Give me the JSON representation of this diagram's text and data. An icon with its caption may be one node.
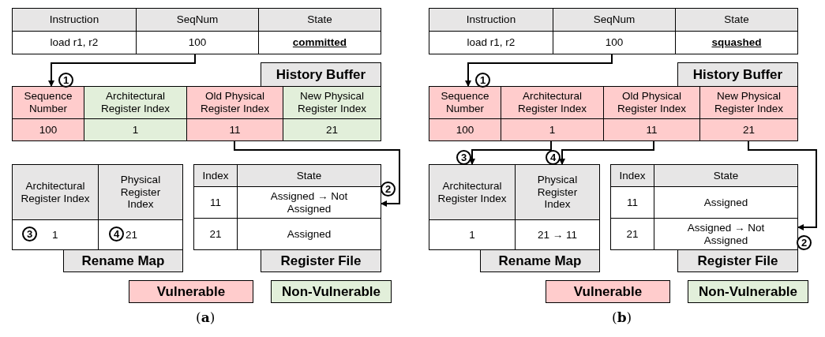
{
  "diagram": {
    "nodes": [
      {
        "text": [
          "Instruction"
        ]
      },
      {
        "text": [
          "SeqNum"
        ]
      },
      {
        "text": [
          "State"
        ]
      },
      {
        "text": [
          "load r1, r2"
        ]
      },
      {
        "text": [
          "100"
        ]
      },
      {
        "text": [
          "committed"
        ]
      },
      {
        "text": [
          "History Buffer"
        ]
      },
      {
        "text": [
          "Sequence Number"
        ]
      },
      {
        "text": [
          "Architectural Register Index"
        ]
      },
      {
        "text": [
          "Old Physical Register Index"
        ]
      },
      {
        "text": [
          "New Physical Register Index"
        ]
      },
      {
        "text": [
          "100"
        ]
      },
      {
        "text": [
          "1"
        ]
      },
      {
        "text": [
          "11"
        ]
      },
      {
        "text": [
          "21"
        ]
      },
      {
        "text": [
          "Architectural Register Index"
        ]
      },
      {
        "text": [
          "Physical Register Index"
        ]
      },
      {
        "text": [
          "1"
        ]
      },
      {
        "text": [
          "21"
        ]
      },
      {
        "text": [
          "Index"
        ]
      },
      {
        "text": [
          "State"
        ]
      },
      {
        "text": [
          "11"
        ]
      },
      {
        "text": [
          "Assigned → Not Assigned"
        ]
      },
      {
        "text": [
          "21"
        ]
      },
      {
        "text": [
          "Assigned"
        ]
      },
      {
        "text": [
          "Rename Map"
        ]
      },
      {
        "text": [
          "Register File"
        ]
      },
      {
        "text": [
          "Instruction"
        ]
      },
      {
        "text": [
          "SeqNum"
        ]
      },
      {
        "text": [
          "State"
        ]
      },
      {
        "text": [
          "load r1, r2"
        ]
      },
      {
        "text": [
          "100"
        ]
      },
      {
        "text": [
          "squashed"
        ]
      },
      {
        "text": [
          "History Buffer"
        ]
      },
      {
        "text": [
          "Sequence Number"
        ]
      },
      {
        "text": [
          "Architectural Register Index"
        ]
      },
      {
        "text": [
          "Old Physical Register Index"
        ]
      },
      {
        "text": [
          "New Physical Register Index"
        ]
      },
      {
        "text": [
          "100"
        ]
      },
      {
        "text": [
          "1"
        ]
      },
      {
        "text": [
          "11"
        ]
      },
      {
        "text": [
          "21"
        ]
      },
      {
        "text": [
          "Architectural Register Index"
        ]
      },
      {
        "text": [
          "Physical Register Index"
        ]
      },
      {
        "text": [
          "1"
        ]
      },
      {
        "text": [
          "21 → 11"
        ]
      },
      {
        "text": [
          "Index"
        ]
      },
      {
        "text": [
          "State"
        ]
      },
      {
        "text": [
          "11"
        ]
      },
      {
        "text": [
          "Assigned"
        ]
      },
      {
        "text": [
          "21"
        ]
      },
      {
        "text": [
          "Assigned → Not Assigned"
        ]
      },
      {
        "text": [
          "Rename Map"
        ]
      },
      {
        "text": [
          "Register File"
        ]
      }
    ],
    "edges": [
      {
        "from": 4,
        "to": 7,
        "arrow": "to"
      },
      {
        "from": 13,
        "to": 22,
        "arrow": "to"
      },
      {
        "from": 31,
        "to": 34,
        "arrow": "to"
      },
      {
        "from": 39,
        "to": 42,
        "arrow": "to"
      },
      {
        "from": 40,
        "to": 43,
        "arrow": "to"
      },
      {
        "from": 41,
        "to": 51,
        "arrow": "to"
      }
    ],
    "labels": [
      "1",
      "2",
      "3",
      "4",
      "(**a**)",
      "1",
      "3",
      "4",
      "2",
      "(**b**)"
    ],
    "legend": [
      {
        "text": "Vulnerable",
        "color": "#ffcccc"
      },
      {
        "text": "Non-Vulnerable",
        "color": "#e2efda"
      },
      {
        "text": "Vulnerable",
        "color": "#ffcccc"
      },
      {
        "text": "Non-Vulnerable",
        "color": "#e2efda"
      }
    ]
  }
}
